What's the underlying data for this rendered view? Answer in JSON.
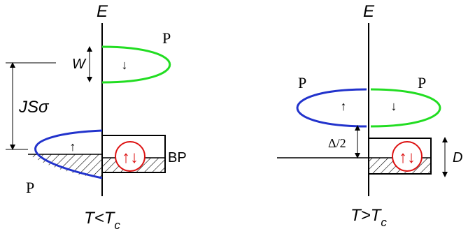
{
  "left_panel": {
    "axis_label": "E",
    "band_labels": {
      "upper": "P",
      "lower": "P"
    },
    "width_label": "W",
    "exchange_label": "JSσ",
    "bipolaron_label": "BP",
    "condition": {
      "base": "T<T",
      "subscript": "c"
    },
    "spin_up": "↑",
    "spin_down": "↓",
    "pair_symbol": "↑↓"
  },
  "right_panel": {
    "axis_label": "E",
    "band_labels": {
      "left": "P",
      "right": "P"
    },
    "gap_label": "Δ/2",
    "binding_label": "D",
    "condition": {
      "base": "T>T",
      "subscript": "c"
    },
    "spin_up": "↑",
    "spin_down": "↓",
    "pair_symbol": "↑↓"
  },
  "colors": {
    "spin_down_band": "#22dd22",
    "spin_up_band": "#2233cc",
    "pair_circle": "#dd1111",
    "lines": "#000000"
  }
}
